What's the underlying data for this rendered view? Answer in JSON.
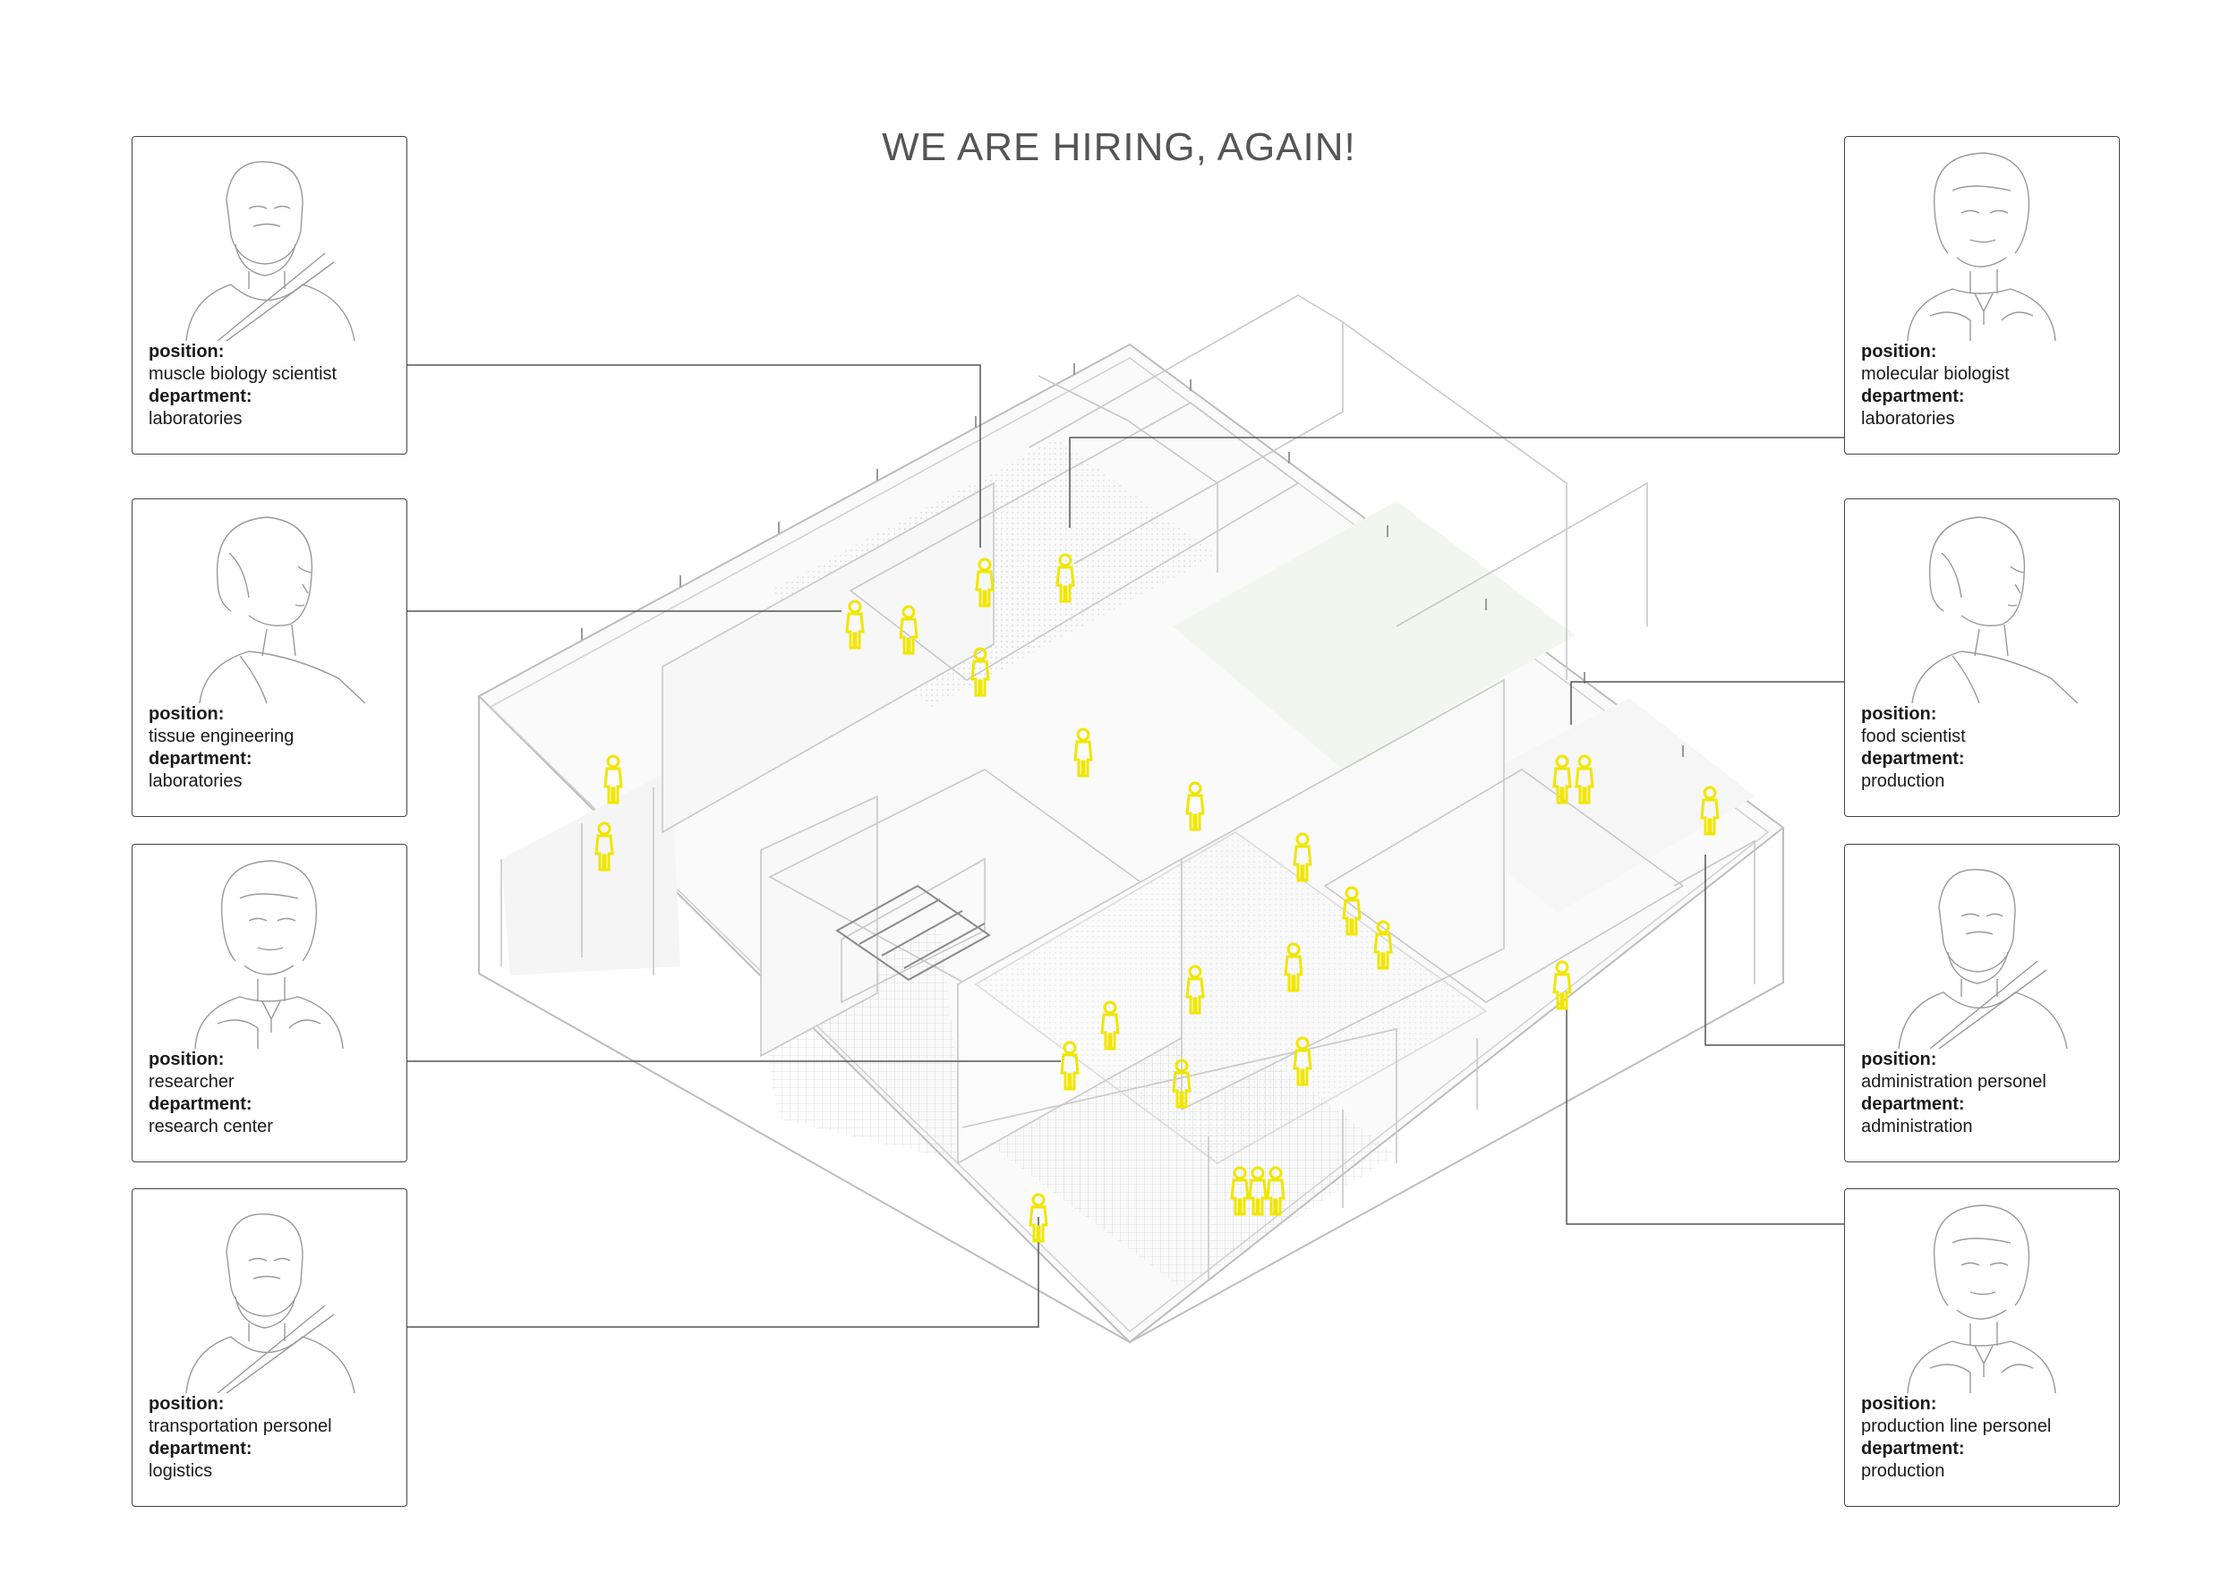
{
  "title": "WE ARE HIRING, AGAIN!",
  "field_labels": {
    "position": "position:",
    "department": "department:"
  },
  "accent_color": "#f0e600",
  "cards": [
    {
      "position": "muscle biology scientist",
      "department": "laboratories",
      "portrait": "man-with-strap-portrait"
    },
    {
      "position": "tissue engineering",
      "department": "laboratories",
      "portrait": "woman-side-profile-portrait"
    },
    {
      "position": "researcher",
      "department": "research center",
      "portrait": "woman-holding-cup-portrait"
    },
    {
      "position": "transportation personel",
      "department": "logistics",
      "portrait": "man-with-strap-portrait"
    },
    {
      "position": "molecular biologist",
      "department": "laboratories",
      "portrait": "woman-holding-cup-portrait"
    },
    {
      "position": "food scientist",
      "department": "production",
      "portrait": "woman-side-profile-portrait"
    },
    {
      "position": "administration personel",
      "department": "administration",
      "portrait": "man-with-strap-portrait"
    },
    {
      "position": "production line personel",
      "department": "production",
      "portrait": "woman-holding-cup-portrait"
    }
  ]
}
